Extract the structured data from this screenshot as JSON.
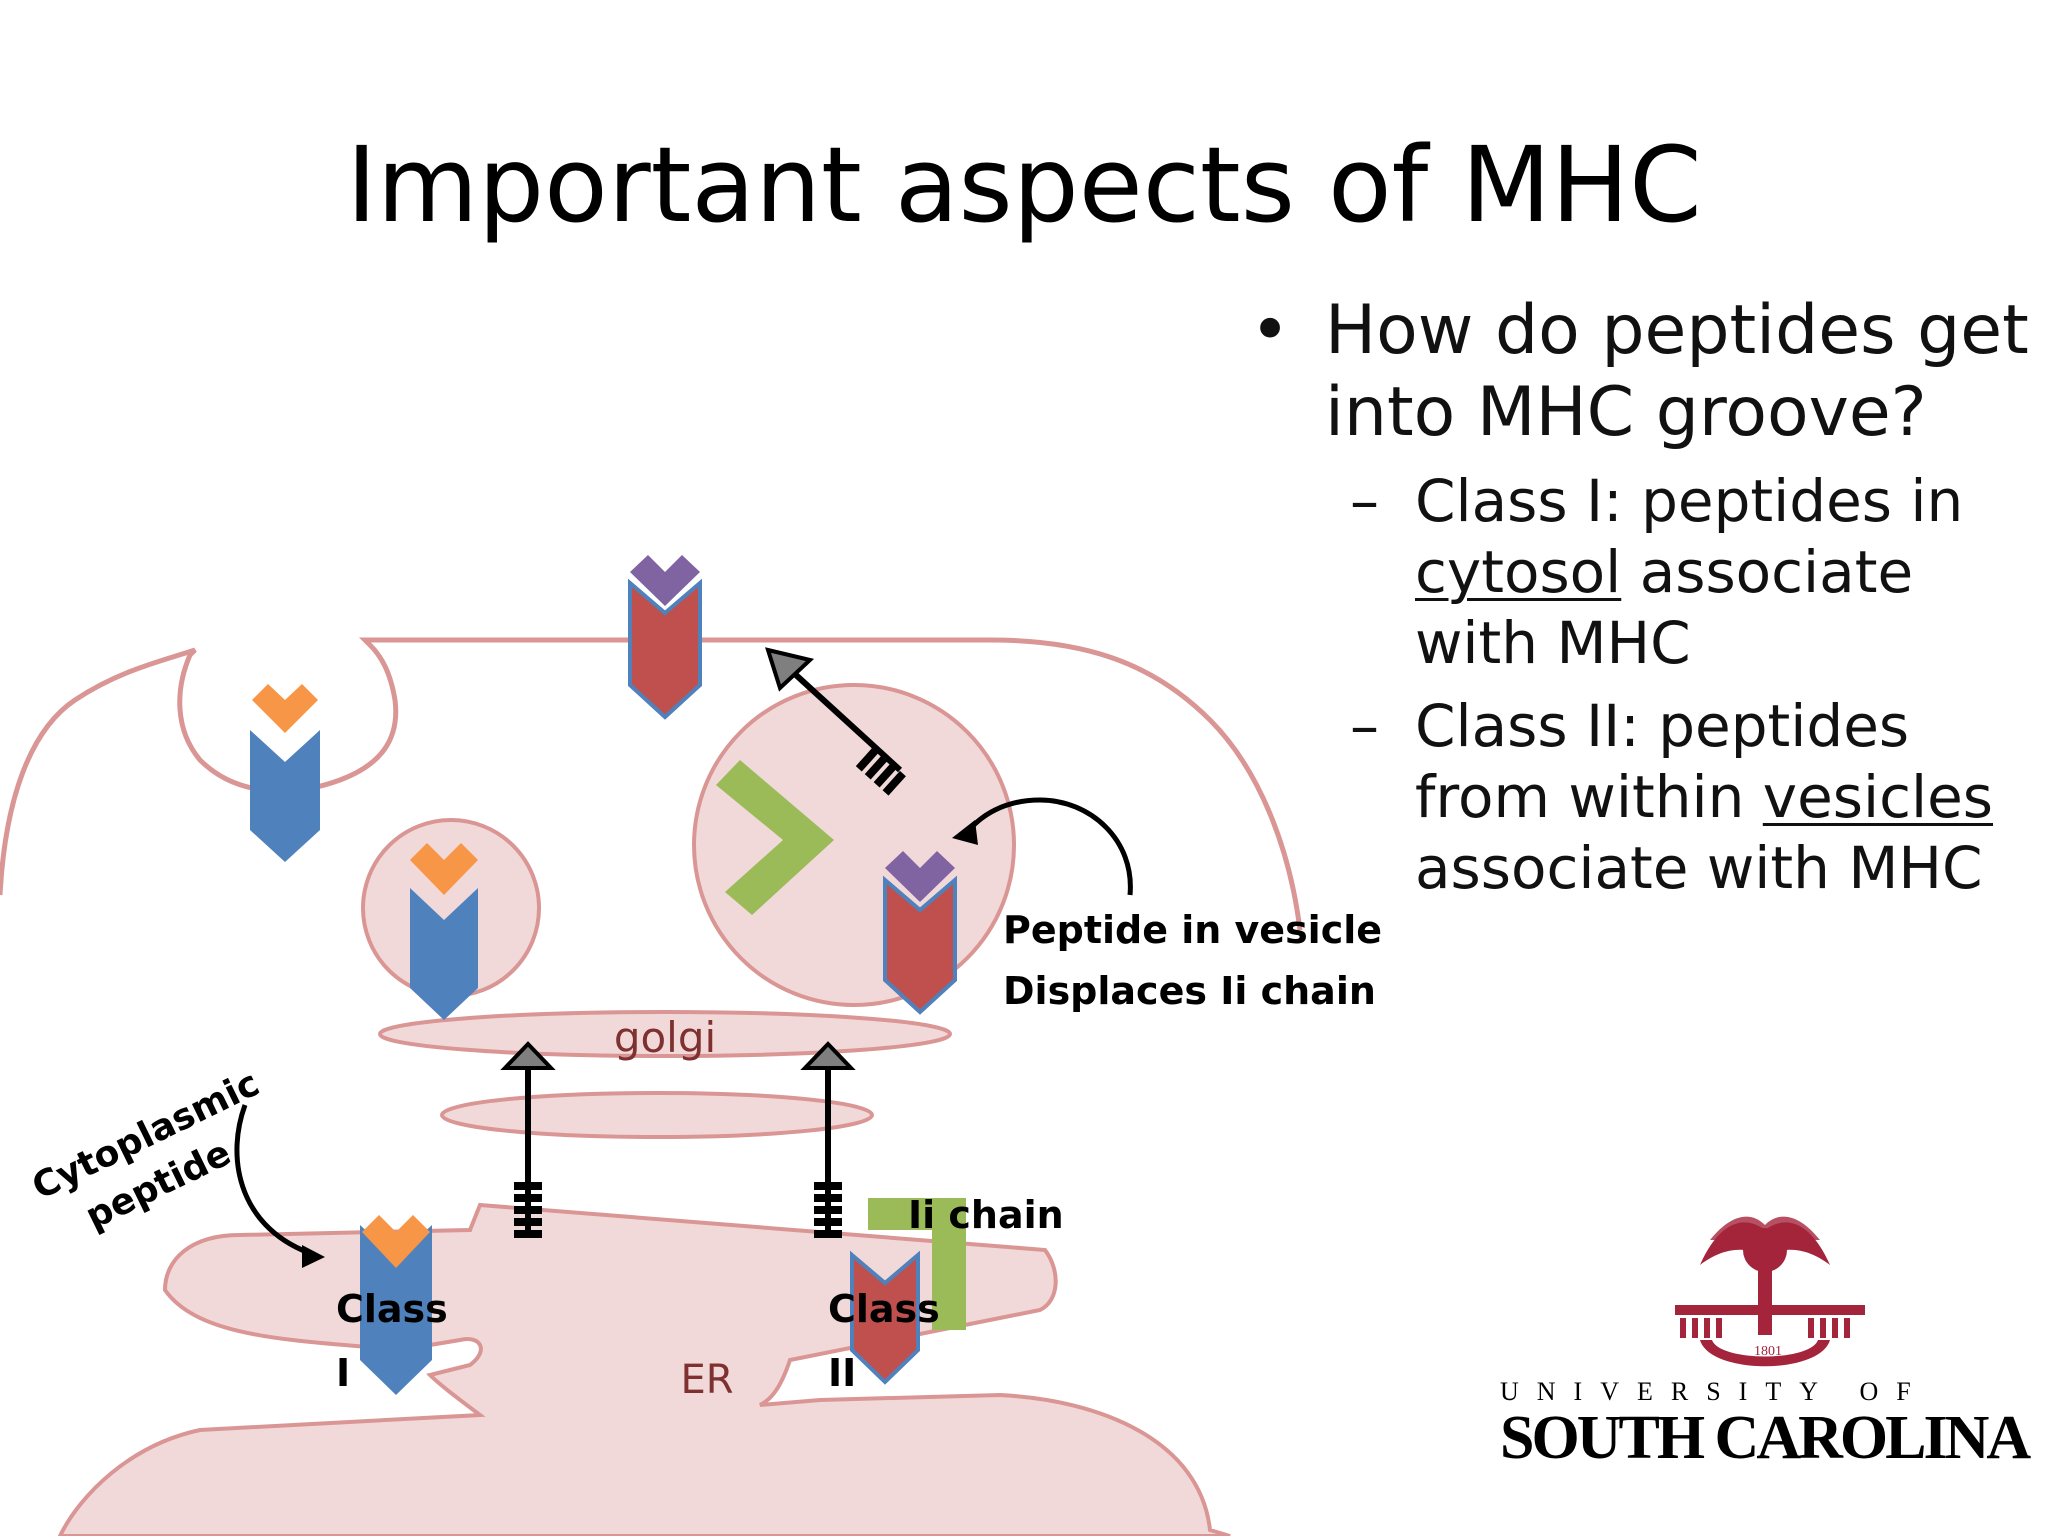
{
  "slide": {
    "title": "Important aspects of MHC"
  },
  "bullets": {
    "main": "How do peptides get into MHC groove?",
    "class1": {
      "prefix": "Class I: peptides in ",
      "underlined": "cytosol",
      "suffix": " associate with MHC"
    },
    "class2": {
      "prefix": "Class II: peptides from within ",
      "underlined": "vesicles",
      "suffix": " associate with MHC"
    }
  },
  "diagram": {
    "golgi_label": "golgi",
    "er_label": "ER",
    "class1_label_line1": "Class",
    "class1_label_line2": "I",
    "class2_label_line1": "Class",
    "class2_label_line2": "II",
    "ii_chain_label": "Ii chain",
    "vesicle_label_line1": "Peptide in vesicle",
    "vesicle_label_line2": "Displaces Ii chain",
    "cytoplasmic_line1": "Cytoplasmic",
    "cytoplasmic_line2": "peptide",
    "colors": {
      "class1_blue": "#4f81bd",
      "class2_red": "#c0504d",
      "peptide_orange": "#f79646",
      "peptide_purple": "#8064a2",
      "ii_chain_green": "#9bbb59",
      "membrane": "#d99694",
      "organelle_fill": "#f2d9d9"
    }
  },
  "logo": {
    "line1": "UNIVERSITY OF",
    "line2": "SOUTH CAROLINA",
    "year": "1801",
    "color": "#a4243b"
  }
}
